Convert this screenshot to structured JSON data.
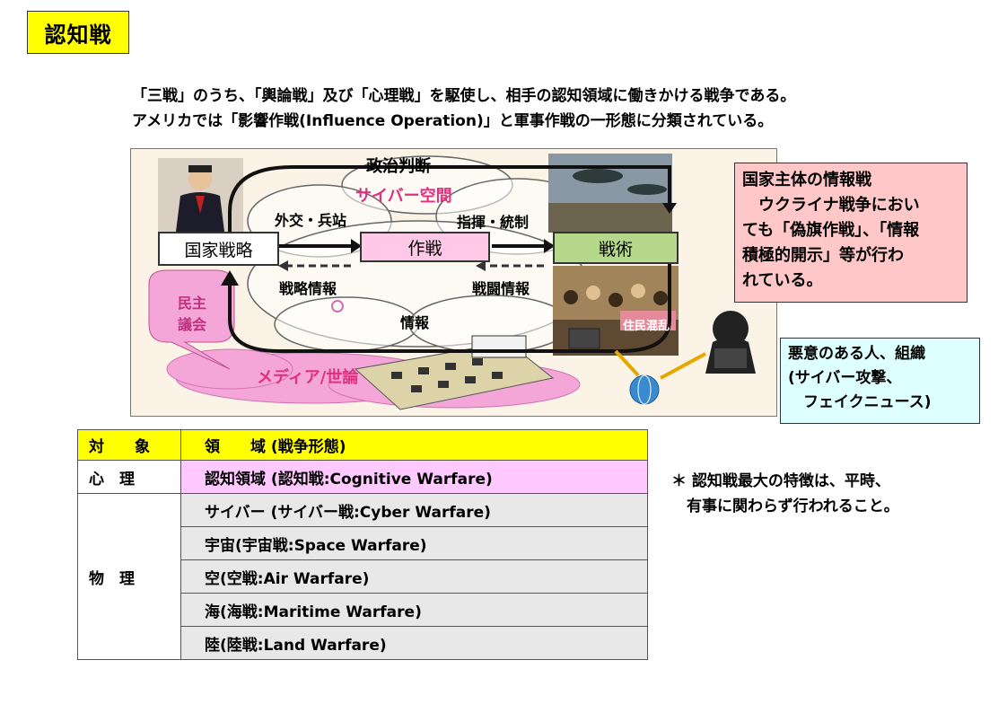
{
  "title": "認知戦",
  "intro": {
    "line1": "「三戦」のうち、「輿論戦」及び「心理戦」を駆使し、相手の認知領域に働きかける戦争である。",
    "line2": "アメリカでは「影響作戦(Influence Operation)」と軍事作戦の一形態に分類されている。"
  },
  "diagram": {
    "cloud_title": "政治判断",
    "cyber_space": "サイバー空間",
    "box_strategy": "国家戦略",
    "box_operation": "作戦",
    "box_tactics": "戦術",
    "label_diplomacy": "外交・兵站",
    "label_command": "指揮・統制",
    "label_strategic_info": "戦略情報",
    "label_battle_info": "戦闘情報",
    "label_info": "情報",
    "label_parliament_1": "民主",
    "label_parliament_2": "議会",
    "label_media": "メディア/世論",
    "label_confusion": "住民混乱"
  },
  "note_state": {
    "title": "国家主体の情報戦",
    "line1": "　ウクライナ戦争におい",
    "line2": "ても「偽旗作戦」、「情報",
    "line3": "積極的開示」等が行わ",
    "line4": "れている。"
  },
  "note_malicious": {
    "line1": "悪意のある人、組織",
    "line2": "(サイバー攻撃、",
    "line3": "　フェイクニュース)"
  },
  "table": {
    "header_target": "対　　象",
    "header_domain": "領　　域 (戦争形態)",
    "group_psych": "心　理",
    "group_phys": "物　理",
    "rows": [
      "認知領域 (認知戦:Cognitive Warfare)",
      "サイバー (サイバー戦:Cyber Warfare)",
      "宇宙(宇宙戦:Space Warfare)",
      "空(空戦:Air Warfare)",
      "海(海戦:Maritime Warfare)",
      "陸(陸戦:Land Warfare)"
    ]
  },
  "footnote": {
    "line1": "＊ 認知戦最大の特徴は、平時、",
    "line2": "　有事に関わらず行われること。"
  },
  "colors": {
    "title_bg": "#ffff00",
    "note_state_bg": "#ffc7c7",
    "note_malicious_bg": "#ddffff",
    "cognitive_row_bg": "#ffc8ff",
    "media_cloud": "#f4a6d8",
    "tactics_box": "#b5d88a",
    "cyber_text": "#e0307f"
  }
}
